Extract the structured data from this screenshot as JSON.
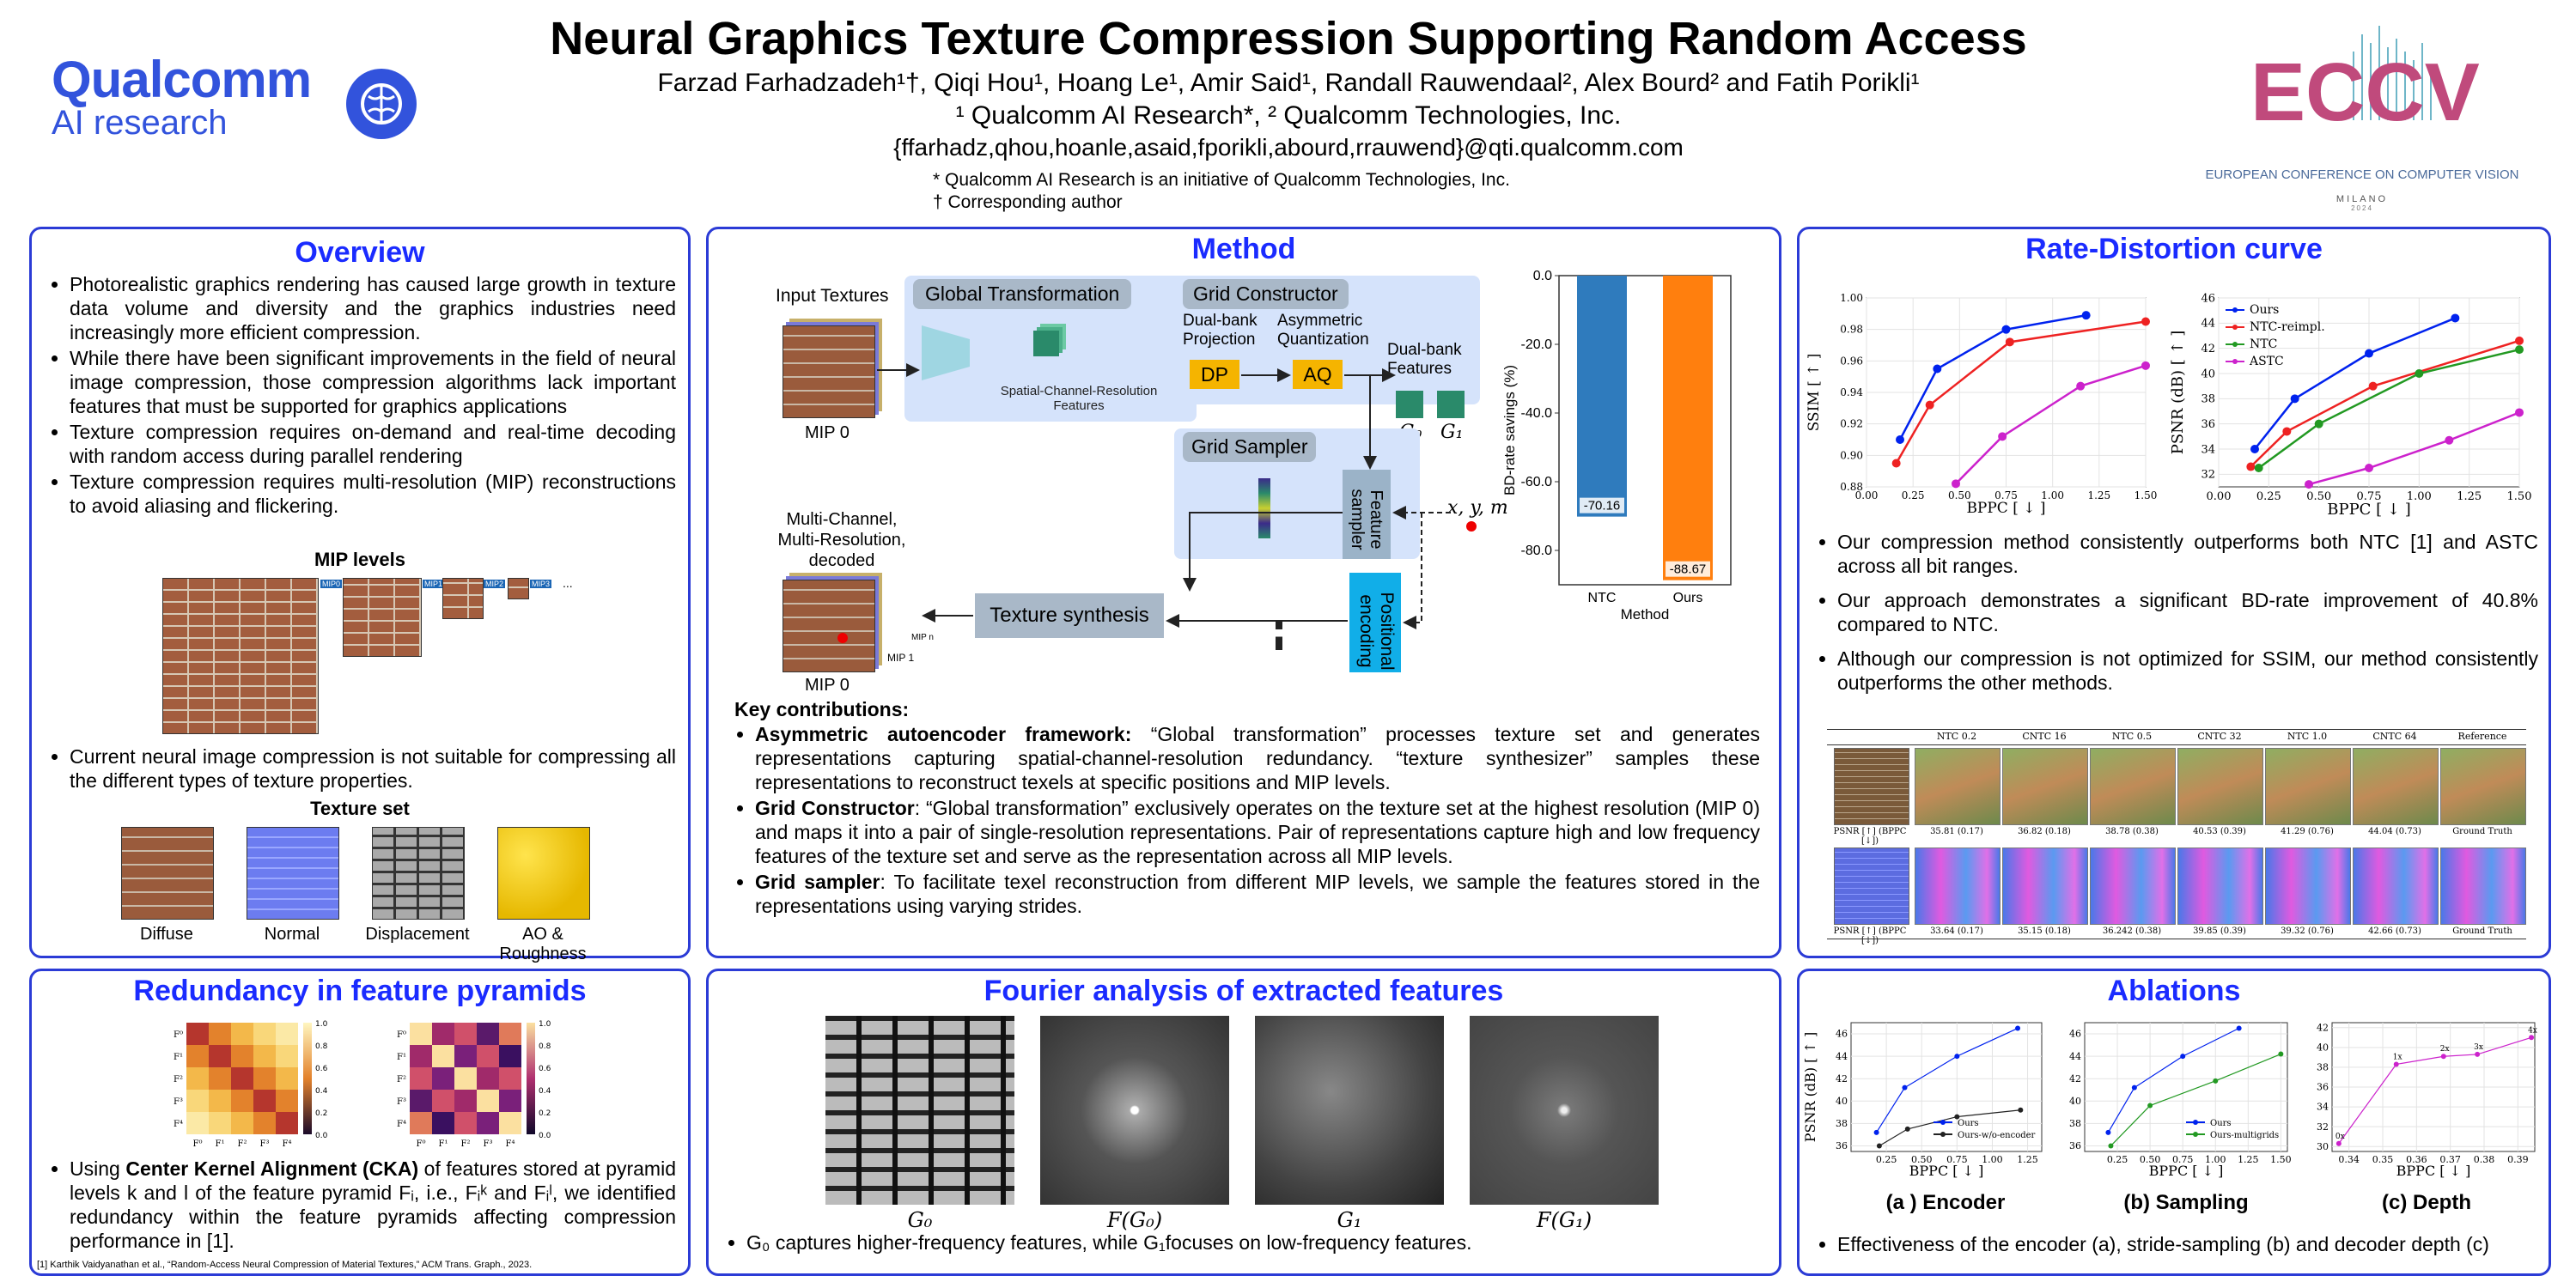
{
  "header": {
    "title": "Neural Graphics Texture Compression Supporting Random Access",
    "authors": "Farzad Farhadzadeh¹†, Qiqi Hou¹, Hoang Le¹,  Amir Said¹, Randall Rauwendaal², Alex Bourd² and Fatih Porikli¹",
    "affiliations": "¹ Qualcomm AI Research*, ² Qualcomm Technologies, Inc.",
    "emails": "{ffarhadz,qhou,hoanle,asaid,fporikli,abourd,rrauwend}@qti.qualcomm.com",
    "note1": "* Qualcomm AI Research is an initiative of Qualcomm Technologies, Inc.",
    "note2": "† Corresponding author",
    "logo_brand": "Qualcomm",
    "logo_sub": "AI research",
    "eccv_logo": "ECCV",
    "eccv_sub": "EUROPEAN CONFERENCE ON COMPUTER VISION",
    "eccv_city": "MILANO",
    "eccv_year": "2024"
  },
  "overview": {
    "title": "Overview",
    "bullets": [
      "Photorealistic graphics rendering has caused large growth in texture data volume and diversity and the graphics industries need increasingly more efficient compression.",
      "While there have been significant improvements in the field of neural image compression, those compression algorithms lack important features that must be supported for graphics applications",
      "Texture compression requires on-demand and real-time decoding with random access during parallel rendering",
      "Texture compression requires multi-resolution (MIP) reconstructions to avoid aliasing and flickering."
    ],
    "mip_title": "MIP levels",
    "mip_labels": [
      "MIP0",
      "MIP1",
      "MIP2",
      "MIP3",
      "..."
    ],
    "bullet2": "Current neural image compression is not suitable for compressing all the different types of texture properties.",
    "texture_title": "Texture set",
    "texture_labels": [
      "Diffuse",
      "Normal",
      "Displacement",
      "AO & Roughness"
    ]
  },
  "method": {
    "title": "Method",
    "input_textures": "Input Textures",
    "mip0": "MIP 0",
    "global_transformation": "Global Transformation",
    "scr_features": "Spatial-Channel-Resolution Features",
    "grid_constructor": "Grid Constructor",
    "dual_bank_projection": "Dual-bank Projection",
    "asym_quant": "Asymmetric Quantization",
    "dp": "DP",
    "aq": "AQ",
    "dual_bank_features": "Dual-bank Features",
    "g0": "G₀",
    "g1": "G₁",
    "grid_sampler": "Grid Sampler",
    "feature_sampler": "Feature sampler",
    "xym": "x, y, m",
    "positional_encoding": "Positional encoding",
    "texture_synthesis": "Texture synthesis",
    "decoded_label": "Multi-Channel, Multi-Resolution, decoded",
    "mip0_out": "MIP 0",
    "mip1": "MIP 1",
    "mipn": "MIP n",
    "key_title": "Key contributions:",
    "contrib": [
      {
        "head": "Asymmetric autoencoder framework:",
        "text": " “Global transformation” processes texture set and generates representations capturing spatial-channel-resolution redundancy. “texture synthesizer” samples these representations to reconstruct texels at specific positions and MIP levels."
      },
      {
        "head": "Grid Constructor",
        "text": ": “Global transformation” exclusively operates on the texture set at the highest resolution (MIP 0) and maps it into a pair of single-resolution representations. Pair of representations capture high and low frequency features of the texture set and serve as the representation across all MIP levels."
      },
      {
        "head": "Grid sampler",
        "text": ": To facilitate texel reconstruction from different MIP levels, we sample the features stored in the representations using varying strides."
      }
    ]
  },
  "bd_chart": {
    "chart_data": {
      "type": "bar",
      "categories": [
        "NTC",
        "Ours"
      ],
      "values": [
        -70.16,
        -88.67
      ],
      "ylabel": "BD-rate savings (%)",
      "xlabel": "Method",
      "ylim": [
        -90,
        0
      ],
      "yticks": [
        "0.0",
        "-20.0",
        "-40.0",
        "-60.0",
        "-80.0"
      ],
      "value_labels": [
        "-70.16",
        "-88.67"
      ],
      "colors": [
        "#2f7bbd",
        "#ff7f0e"
      ]
    }
  },
  "rd": {
    "title": "Rate-Distortion curve",
    "ssim_chart": {
      "type": "line",
      "ylabel": "SSIM [ ↑ ]",
      "xlabel": "BPPC [ ↓ ]",
      "xlim": [
        0.0,
        1.5
      ],
      "ylim": [
        0.88,
        1.0
      ],
      "xticks": [
        "0.00",
        "0.25",
        "0.50",
        "0.75",
        "1.00",
        "1.25",
        "1.50"
      ],
      "yticks": [
        "0.88",
        "0.90",
        "0.92",
        "0.94",
        "0.96",
        "0.98",
        "1.00"
      ],
      "series": [
        {
          "color": "#0022ee",
          "x": [
            0.18,
            0.38,
            0.75,
            1.18
          ],
          "y": [
            0.91,
            0.955,
            0.98,
            0.989
          ]
        },
        {
          "color": "#ee2222",
          "x": [
            0.16,
            0.34,
            0.77,
            1.5
          ],
          "y": [
            0.895,
            0.932,
            0.972,
            0.985
          ]
        },
        {
          "color": "#cc22cc",
          "x": [
            0.48,
            0.73,
            1.15,
            1.5
          ],
          "y": [
            0.882,
            0.912,
            0.944,
            0.957
          ]
        }
      ]
    },
    "psnr_chart": {
      "type": "line",
      "ylabel": "PSNR (dB) [ ↑ ]",
      "xlabel": "BPPC [ ↓ ]",
      "xlim": [
        0.0,
        1.5
      ],
      "ylim": [
        31,
        46
      ],
      "xticks": [
        "0.00",
        "0.25",
        "0.50",
        "0.75",
        "1.00",
        "1.25",
        "1.50"
      ],
      "yticks": [
        "32",
        "34",
        "36",
        "38",
        "40",
        "42",
        "44",
        "46"
      ],
      "series": [
        {
          "name": "Ours",
          "color": "#0022ee",
          "x": [
            0.18,
            0.38,
            0.75,
            1.18
          ],
          "y": [
            34.0,
            38.0,
            41.6,
            44.4
          ]
        },
        {
          "name": "NTC-reimpl.",
          "color": "#ee2222",
          "x": [
            0.16,
            0.34,
            0.77,
            1.5
          ],
          "y": [
            32.6,
            35.4,
            39.0,
            42.6
          ]
        },
        {
          "name": "NTC",
          "color": "#229922",
          "x": [
            0.2,
            0.5,
            1.0,
            1.5
          ],
          "y": [
            32.5,
            36.0,
            40.0,
            41.9
          ]
        },
        {
          "name": "ASTC",
          "color": "#cc22cc",
          "x": [
            0.45,
            0.75,
            1.15,
            1.5
          ],
          "y": [
            31.2,
            32.5,
            34.7,
            36.9
          ]
        }
      ]
    },
    "bullets": [
      "Our compression method consistently outperforms both NTC [1] and ASTC across all bit ranges.",
      "Our approach demonstrates a significant BD-rate improvement of 40.8% compared to NTC.",
      "Although our compression is not optimized for SSIM, our method consistently outperforms the other methods."
    ],
    "table_headers": [
      "NTC 0.2",
      "CNTC 16",
      "NTC 0.5",
      "CNTC 32",
      "NTC 1.0",
      "CNTC 64",
      "Reference"
    ],
    "row1_label": "PSNR [↑] (BPPC [↓])",
    "row1": [
      "35.81 (0.17)",
      "36.82 (0.18)",
      "38.78 (0.38)",
      "40.53 (0.39)",
      "41.29 (0.76)",
      "44.04 (0.73)",
      "Ground Truth"
    ],
    "row2_label": "PSNR [↑] (BPPC [↓])",
    "row2": [
      "33.64 (0.17)",
      "35.15 (0.18)",
      "36.242 (0.38)",
      "39.85 (0.39)",
      "39.32 (0.76)",
      "42.66 (0.73)",
      "Ground Truth"
    ]
  },
  "redundancy": {
    "title": "Redundancy in feature pyramids",
    "heat_ticks": [
      "F⁰",
      "F¹",
      "F²",
      "F³",
      "F⁴"
    ],
    "colorbar_ticks": [
      "1.0",
      "0.8",
      "0.6",
      "0.4",
      "0.2",
      "0.0"
    ],
    "bullet_parts": {
      "pre": "Using ",
      "bold": "Center Kernel Alignment (CKA)",
      "post": " of features stored at pyramid levels k and l of the feature pyramid Fᵢ, i.e., Fᵢᵏ and Fᵢˡ, we identified redundancy within the feature pyramids affecting compression performance in [1]."
    },
    "footnote": "[1] Karthik Vaidyanathan et al., “Random-Access Neural Compression of Material Textures,” ACM Trans. Graph., 2023."
  },
  "fourier": {
    "title": "Fourier analysis of extracted features",
    "labels": [
      "G₀",
      "F(G₀)",
      "G₁",
      "F(G₁)"
    ],
    "bullet": "G₀ captures higher-frequency features, while G₁focuses on low-frequency features."
  },
  "ablations": {
    "title": "Ablations",
    "captions": [
      "(a ) Encoder",
      "(b) Sampling",
      "(c) Depth"
    ],
    "bullet": "Effectiveness of the encoder (a), stride-sampling (b) and decoder depth (c)",
    "enc_chart": {
      "type": "line",
      "ylabel": "PSNR (dB) [ ↑ ]",
      "xlabel": "BPPC [ ↓ ]",
      "xlim": [
        0.0,
        1.35
      ],
      "ylim": [
        35.5,
        47
      ],
      "xticks": [
        "0.25",
        "0.50",
        "0.75",
        "1.00",
        "1.25"
      ],
      "yticks": [
        "36",
        "38",
        "40",
        "42",
        "44",
        "46"
      ],
      "series": [
        {
          "name": "Ours",
          "color": "#0022ee",
          "x": [
            0.18,
            0.38,
            0.75,
            1.18
          ],
          "y": [
            37.2,
            41.2,
            44.0,
            46.5
          ]
        },
        {
          "name": "Ours-w/o-encoder",
          "color": "#222222",
          "x": [
            0.2,
            0.4,
            0.75,
            1.2
          ],
          "y": [
            36.0,
            37.5,
            38.6,
            39.2
          ]
        }
      ]
    },
    "samp_chart": {
      "type": "line",
      "ylabel": "",
      "xlabel": "BPPC [ ↓ ]",
      "xlim": [
        0.0,
        1.55
      ],
      "ylim": [
        35.5,
        47
      ],
      "xticks": [
        "0.25",
        "0.50",
        "0.75",
        "1.00",
        "1.25",
        "1.50"
      ],
      "yticks": [
        "36",
        "38",
        "40",
        "42",
        "44",
        "46"
      ],
      "series": [
        {
          "name": "Ours",
          "color": "#0022ee",
          "x": [
            0.18,
            0.38,
            0.75,
            1.18
          ],
          "y": [
            37.2,
            41.2,
            44.0,
            46.5
          ]
        },
        {
          "name": "Ours-multigrids",
          "color": "#229922",
          "x": [
            0.2,
            0.5,
            1.0,
            1.5
          ],
          "y": [
            36.0,
            39.6,
            41.8,
            44.2
          ]
        }
      ]
    },
    "depth_chart": {
      "type": "line",
      "ylabel": "",
      "xlabel": "BPPC [ ↓ ]",
      "xlim": [
        0.335,
        0.395
      ],
      "ylim": [
        29.5,
        42.5
      ],
      "xticks": [
        "0.34",
        "0.35",
        "0.36",
        "0.37",
        "0.38",
        "0.39"
      ],
      "yticks": [
        "30",
        "32",
        "34",
        "36",
        "38",
        "40",
        "42"
      ],
      "series": [
        {
          "color": "#cc22cc",
          "x": [
            0.337,
            0.354,
            0.368,
            0.378,
            0.394
          ],
          "y": [
            30.3,
            38.3,
            39.1,
            39.3,
            41.0
          ],
          "labels": [
            "0x",
            "1x",
            "2x",
            "3x",
            "4x"
          ]
        }
      ]
    }
  }
}
